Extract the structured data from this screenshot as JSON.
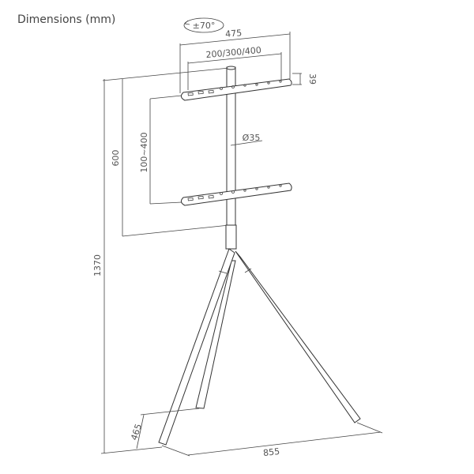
{
  "title": "Dimensions (mm)",
  "dimensions": {
    "rotation": "±70°",
    "bracket_width": "475",
    "vesa": "200/300/400",
    "bracket_height": "39",
    "bracket_spacing": "100~400",
    "pole_diameter": "Ø35",
    "mount_range": "600",
    "total_height": "1370",
    "leg_depth": "465",
    "base_width": "855"
  },
  "colors": {
    "line": "#444444",
    "text": "#555555"
  }
}
